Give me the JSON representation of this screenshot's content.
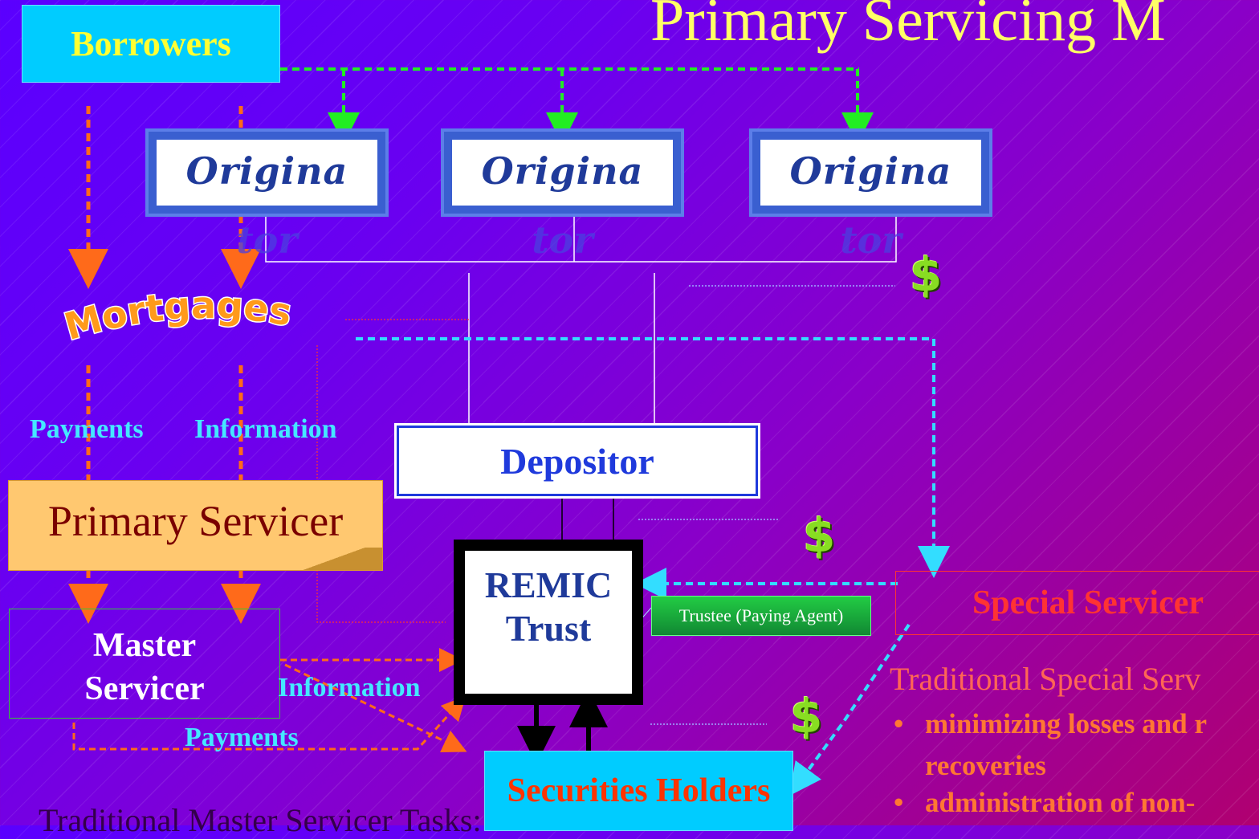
{
  "title": "Primary Servicing M",
  "borrowers": "Borrowers",
  "originators": [
    {
      "label": "Origina",
      "overflow": "tor"
    },
    {
      "label": "Origina",
      "overflow": "tor"
    },
    {
      "label": "Origina",
      "overflow": "tor"
    }
  ],
  "mortgages": "Mortgages",
  "labels": {
    "payments_top": "Payments",
    "information_top": "Information",
    "information_bottom": "Information",
    "payments_bottom": "Payments"
  },
  "primary_servicer": "Primary Servicer",
  "master_servicer": {
    "line1": "Master",
    "line2": "Servicer"
  },
  "depositor": "Depositor",
  "remic": {
    "line1": "REMIC",
    "line2": "Trust"
  },
  "trustee": "Trustee (Paying Agent)",
  "special_servicer": "Special Servicer",
  "securities_holders": "Securities Holders",
  "dollar_symbol": "$",
  "special_tasks": {
    "title": "Traditional Special Serv",
    "items": [
      "minimizing losses and r",
      "recoveries",
      "administration of non-"
    ]
  },
  "master_tasks": {
    "title": "Traditional Master Servicer Tasks:"
  },
  "colors": {
    "title": "#ffff66",
    "cyan_label": "#44e8ff",
    "orange_arrow": "#ff6a1a",
    "green_arrow": "#22ee22",
    "cyan_arrow": "#33ddff",
    "special_red": "#ff3333"
  }
}
